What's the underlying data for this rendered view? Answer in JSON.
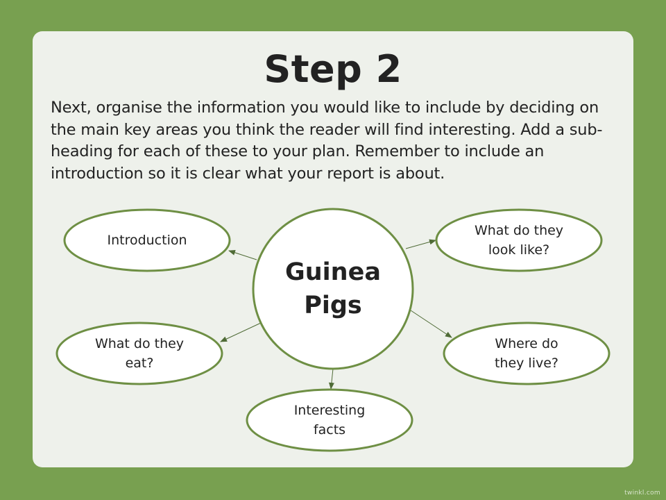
{
  "title": "Step 2",
  "instructions": "Next, organise the information you would like to include by deciding on the main key areas you think the reader will find interesting. Add a sub-heading for each of these to your plan. Remember to include an introduction so it is clear what your report is about.",
  "diagram": {
    "center": "Guinea Pigs",
    "nodes": {
      "introduction": "Introduction",
      "look_like": "What do they look like?",
      "eat": "What do they eat?",
      "live": "Where do they live?",
      "facts": "Interesting facts"
    }
  },
  "colors": {
    "background": "#78a050",
    "panel": "#eef1eb",
    "ellipse_stroke": "#6e8f44",
    "arrow": "#4f6b36"
  },
  "watermark": "twinkl.com"
}
